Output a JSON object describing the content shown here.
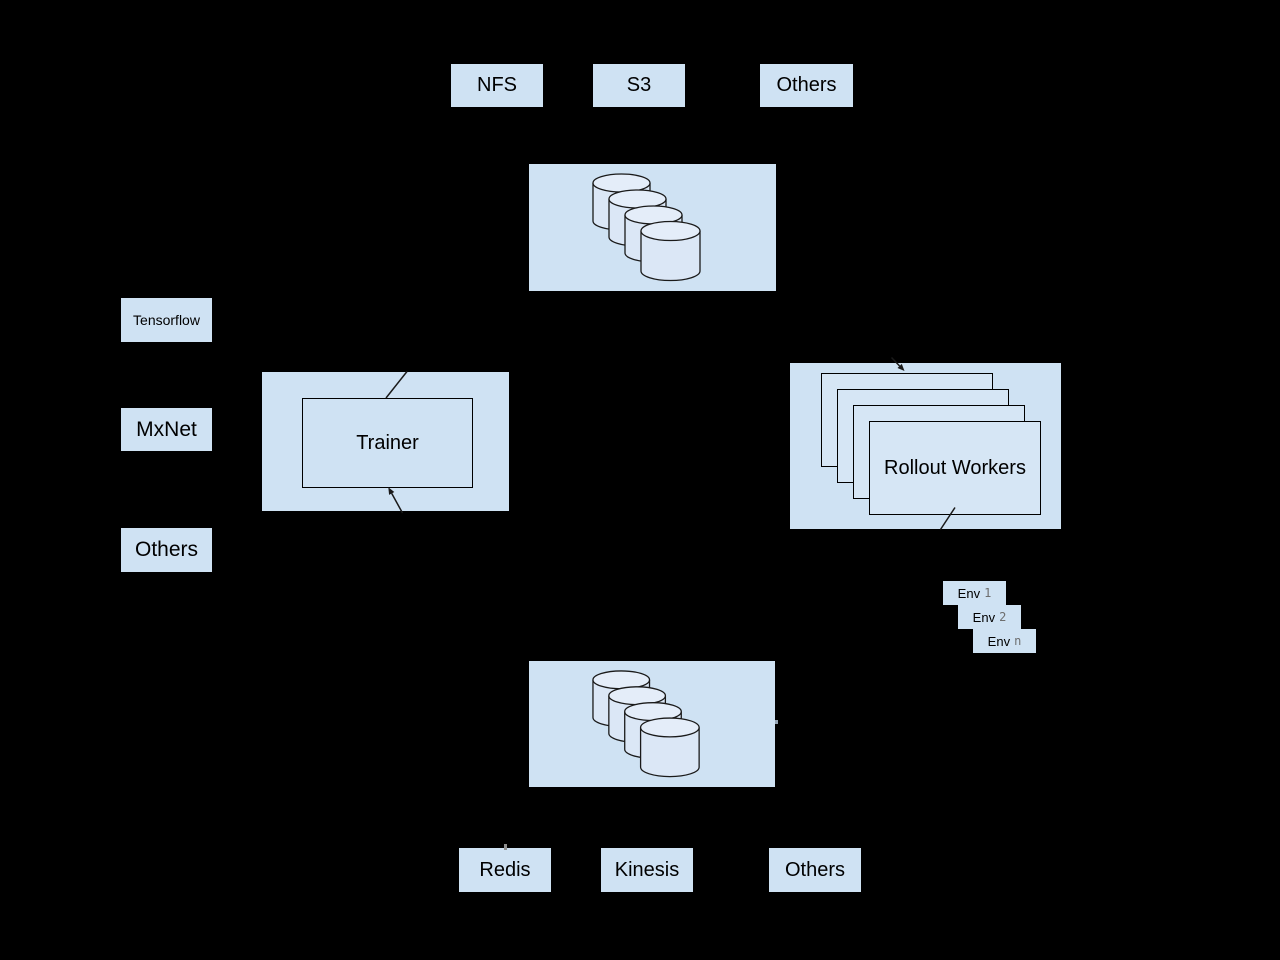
{
  "diagram": {
    "storage_backends": [
      {
        "label": "NFS"
      },
      {
        "label": "S3"
      },
      {
        "label": "Others"
      }
    ],
    "frameworks": [
      {
        "label": "Tensorflow"
      },
      {
        "label": "MxNet"
      },
      {
        "label": "Others"
      }
    ],
    "trainer": {
      "label": "Trainer"
    },
    "rollout_workers": {
      "label": "Rollout Workers",
      "stack_count": 4
    },
    "environments": [
      {
        "label": "Env",
        "index": "1"
      },
      {
        "label": "Env",
        "index": "2"
      },
      {
        "label": "Env",
        "index": "n"
      }
    ],
    "memory_backends": [
      {
        "label": "Redis"
      },
      {
        "label": "Kinesis"
      },
      {
        "label": "Others"
      }
    ],
    "datastores": {
      "top_icon": "database-cylinders",
      "bottom_icon": "database-cylinders",
      "cylinder_count": 4
    },
    "colors": {
      "background": "#000000",
      "box_fill": "#cfe2f3",
      "stack_fill": "#d6e6f5",
      "cylinder_body": "#dbe7f6",
      "cylinder_top": "#e4edf9",
      "stroke": "#1a1a1a",
      "text": "#000000",
      "env_index_text": "#6e6e6e"
    }
  }
}
